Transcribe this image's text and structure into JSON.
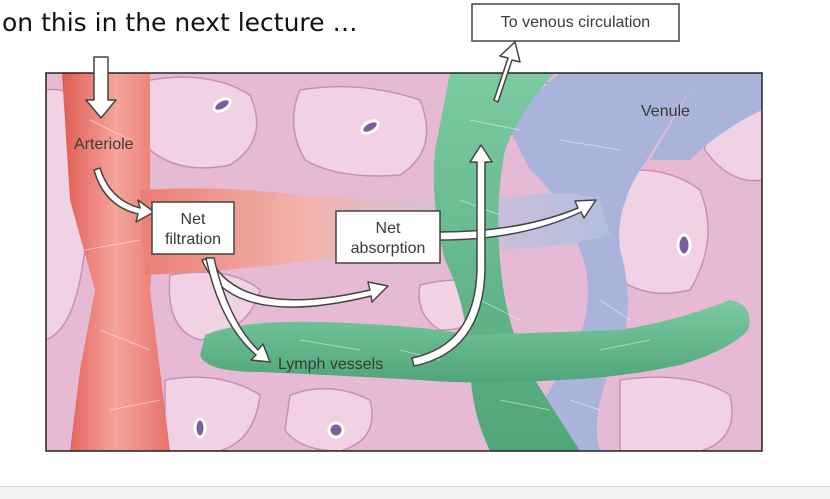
{
  "slide": {
    "header_text": "on this in the next lecture …"
  },
  "diagram": {
    "labels": {
      "arteriole": "Arteriole",
      "venule": "Venule",
      "venous_circulation": "To venous circulation",
      "net_filtration_line1": "Net",
      "net_filtration_line2": "filtration",
      "net_absorption_line1": "Net",
      "net_absorption_line2": "absorption",
      "lymph_vessels": "Lymph vessels"
    },
    "colors": {
      "tissue": "#e6bad5",
      "tissue_cell": "#f0d2e4",
      "nucleus": "#7b5e9e",
      "arteriole": "#e8726a",
      "venule": "#a9b3dc",
      "lymph": "#5fb48a",
      "border": "#222222",
      "arrow_fill": "#ffffff",
      "arrow_stroke": "#444444"
    }
  }
}
